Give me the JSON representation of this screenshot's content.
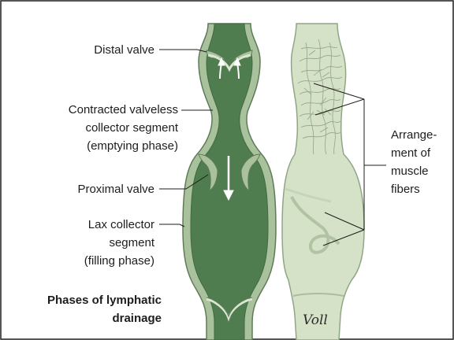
{
  "labels": {
    "distal_valve": "Distal valve",
    "contracted_1": "Contracted valveless",
    "contracted_2": "collector segment",
    "contracted_3": "(emptying phase)",
    "proximal_valve": "Proximal valve",
    "lax_1": "Lax collector",
    "lax_2": "segment",
    "lax_3": "(filling phase)",
    "muscle_1": "Arrange-",
    "muscle_2": "ment of",
    "muscle_3": "muscle",
    "muscle_4": "fibers"
  },
  "caption": {
    "line1": "Phases of lymphatic",
    "line2": "drainage"
  },
  "signature": "Voll",
  "colors": {
    "lumen_dark": "#4f7d4f",
    "wall_light": "#a9c19c",
    "wall_edge": "#5e7b57",
    "outer_vessel": "#d6e2c7",
    "outer_edge": "#8fa686",
    "fiber": "#8fa686",
    "border": "#1d1d1b"
  }
}
